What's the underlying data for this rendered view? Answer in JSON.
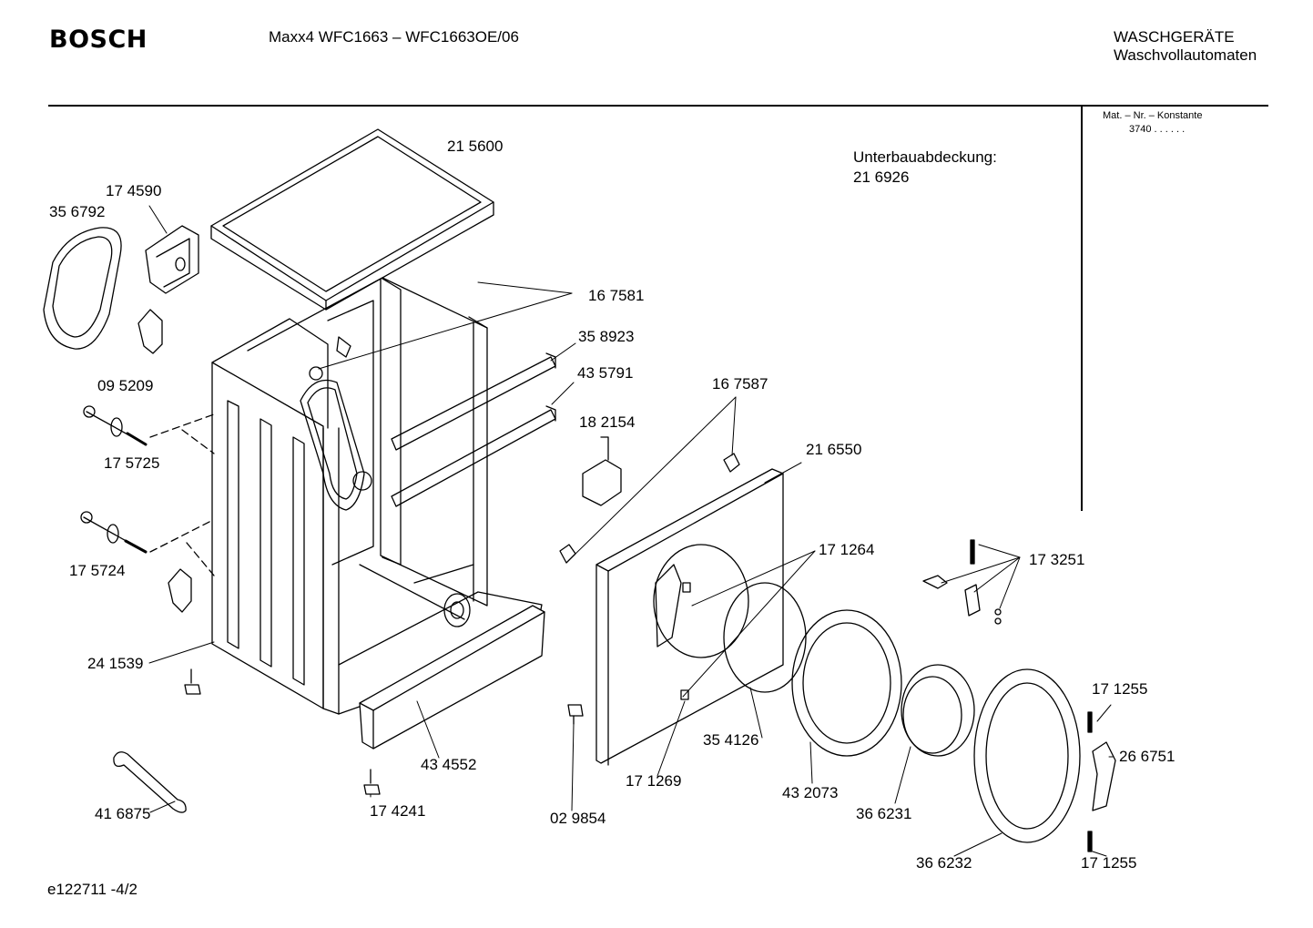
{
  "header": {
    "brand": "BOSCH",
    "model": "Maxx4 WFC1663 – WFC1663OE/06",
    "category_line1": "WASCHGERÄTE",
    "category_line2": "Waschvollautomaten"
  },
  "material_note": {
    "line1": "Mat. – Nr. – Konstante",
    "line2": "3740 .  .  .  .  .  ."
  },
  "note": {
    "line1": "Unterbauabdeckung:",
    "line2": "21 6926"
  },
  "labels": [
    {
      "id": "p215600",
      "text": "21 5600"
    },
    {
      "id": "p174590",
      "text": "17 4590"
    },
    {
      "id": "p356792",
      "text": "35 6792"
    },
    {
      "id": "p167581",
      "text": "16 7581"
    },
    {
      "id": "p358923",
      "text": "35 8923"
    },
    {
      "id": "p435791",
      "text": "43 5791"
    },
    {
      "id": "p095209",
      "text": "09 5209"
    },
    {
      "id": "p167587",
      "text": "16 7587"
    },
    {
      "id": "p182154",
      "text": "18 2154"
    },
    {
      "id": "p216550",
      "text": "21 6550"
    },
    {
      "id": "p175725",
      "text": "17 5725"
    },
    {
      "id": "p171264",
      "text": "17 1264"
    },
    {
      "id": "p173251",
      "text": "17 3251"
    },
    {
      "id": "p175724",
      "text": "17 5724"
    },
    {
      "id": "p241539",
      "text": "24 1539"
    },
    {
      "id": "p171255a",
      "text": "17 1255"
    },
    {
      "id": "p354126",
      "text": "35 4126"
    },
    {
      "id": "p266751",
      "text": "26 6751"
    },
    {
      "id": "p434552",
      "text": "43 4552"
    },
    {
      "id": "p171269",
      "text": "17 1269"
    },
    {
      "id": "p432073",
      "text": "43 2073"
    },
    {
      "id": "p366231",
      "text": "36 6231"
    },
    {
      "id": "p416875",
      "text": "41 6875"
    },
    {
      "id": "p174241",
      "text": "17 4241"
    },
    {
      "id": "p029854",
      "text": "02 9854"
    },
    {
      "id": "p366232",
      "text": "36 6232"
    },
    {
      "id": "p171255b",
      "text": "17 1255"
    }
  ],
  "footer": {
    "code": "e122711 -4/2"
  }
}
